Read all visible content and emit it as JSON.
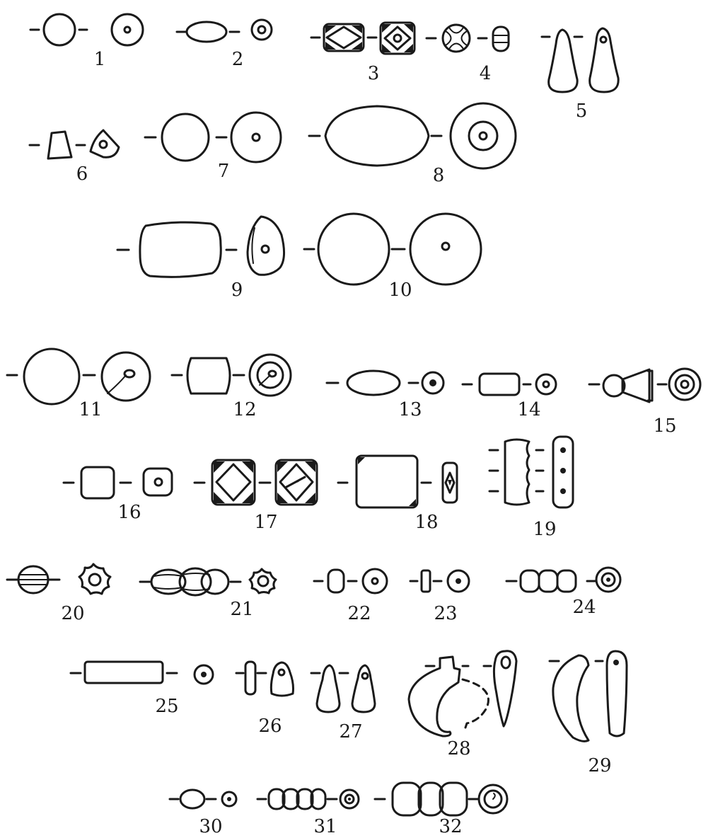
{
  "figure_labels": [
    "1",
    "2",
    "3",
    "4",
    "5",
    "6",
    "7",
    "8",
    "9",
    "10",
    "11",
    "12",
    "13",
    "14",
    "15",
    "16",
    "17",
    "18",
    "19",
    "20",
    "21",
    "22",
    "23",
    "24",
    "25",
    "26",
    "27",
    "28",
    "29",
    "30",
    "31",
    "32"
  ],
  "colors": {
    "ink": "#1a1a1a",
    "paper": "#ffffff"
  }
}
